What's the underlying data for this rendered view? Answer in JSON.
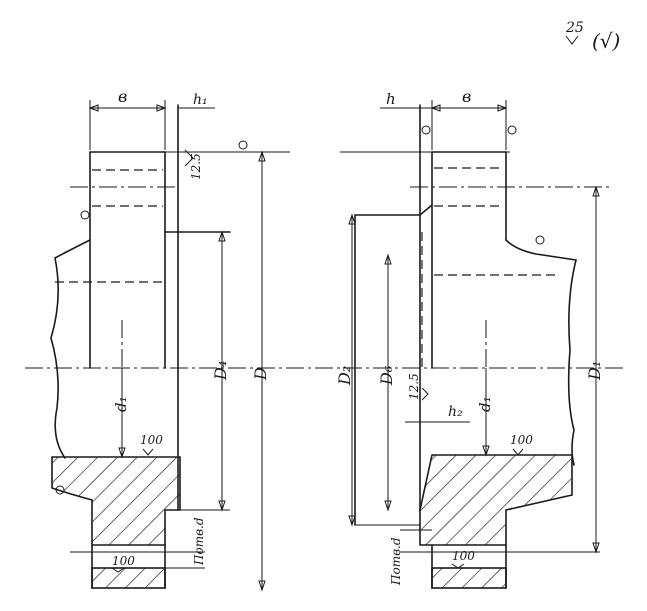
{
  "corner_note": {
    "roughness": "25",
    "paren": "(√)"
  },
  "left_view": {
    "width_label": "в",
    "h1_label": "h₁",
    "D_label": "D",
    "D4_label": "D₄",
    "d1_label": "d₁",
    "roughness_12_5": "12.5",
    "roughness_100_top": "100",
    "roughness_100_bottom": "100",
    "chamfer_label": "Потв.d"
  },
  "right_view": {
    "h_label": "h",
    "width_label": "в",
    "D1_label": "D₁",
    "D2_label": "D₂",
    "D6_label": "D₆",
    "d1_label": "d₁",
    "h2_label": "h₂",
    "roughness_12_5": "12.5",
    "roughness_100_top": "100",
    "roughness_100_bottom": "100",
    "chamfer_label": "Потв.d"
  }
}
